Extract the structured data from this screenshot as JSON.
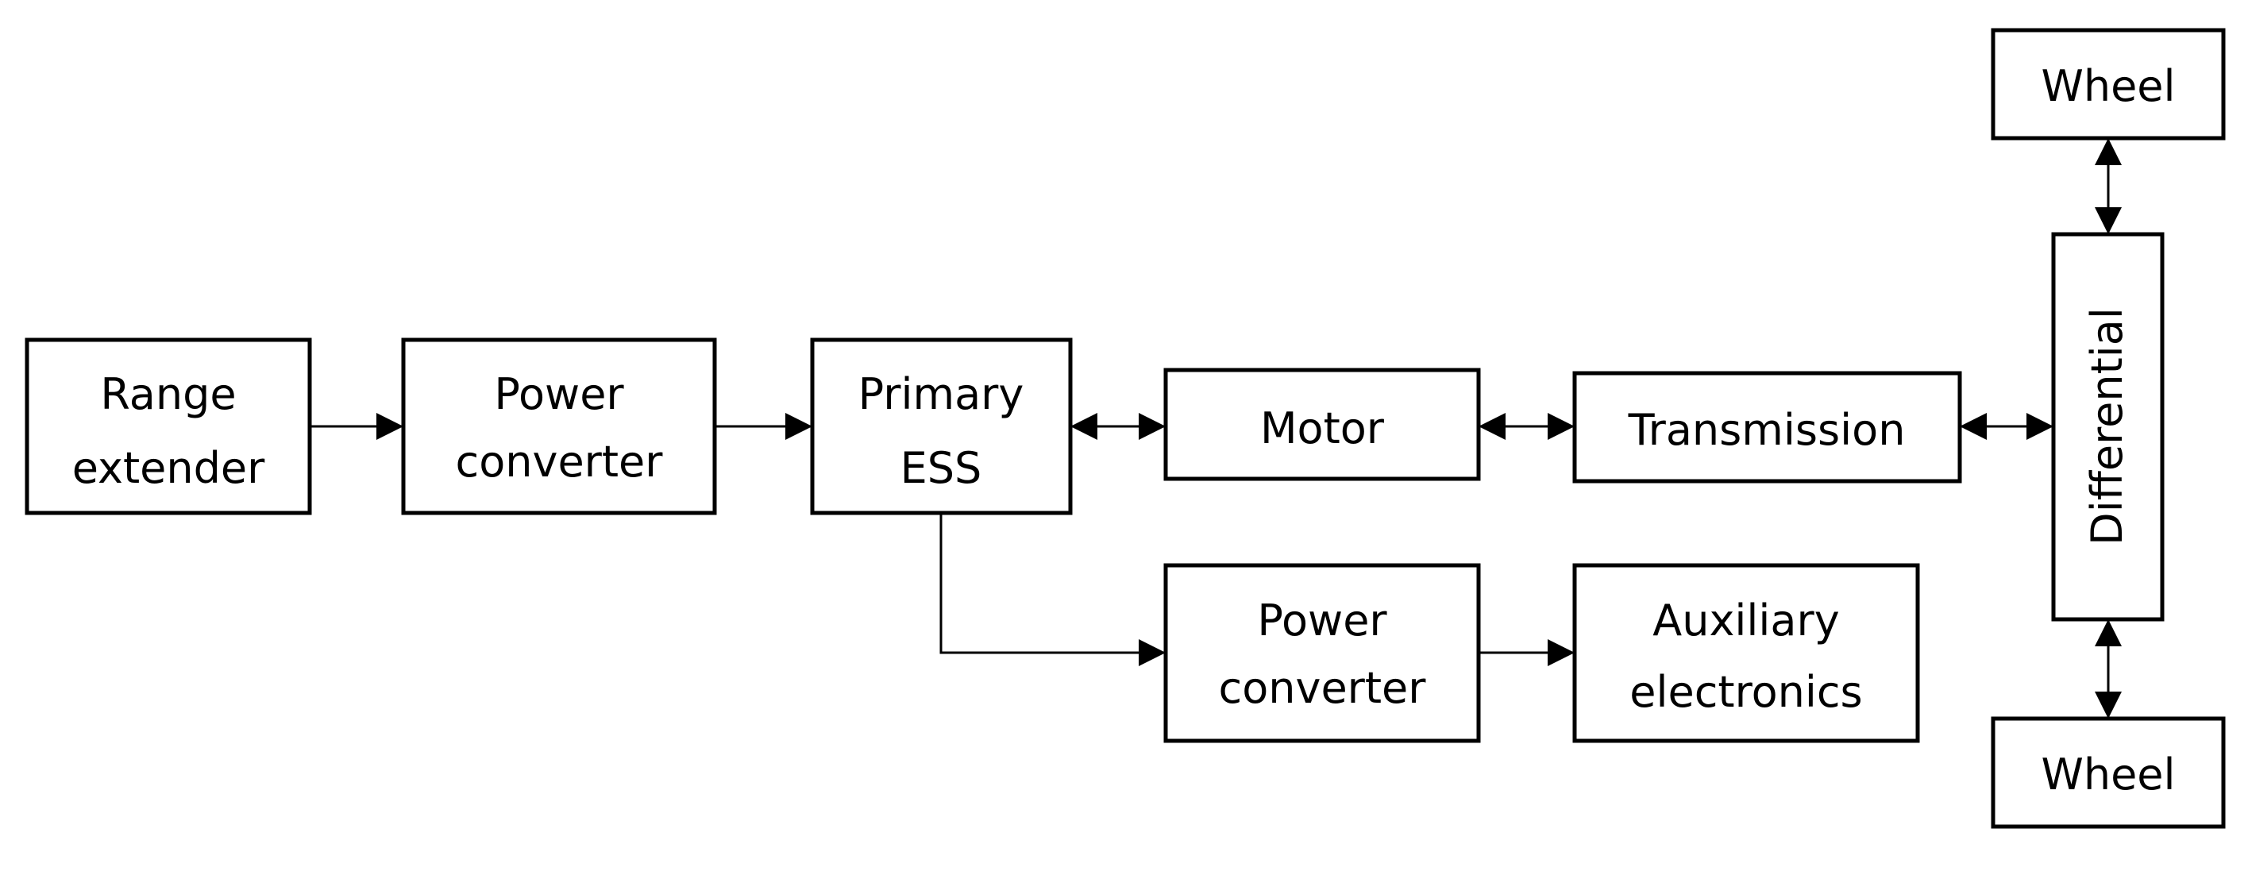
{
  "diagram": {
    "range_extender": {
      "line1": "Range",
      "line2": "extender"
    },
    "power_converter_1": {
      "line1": "Power",
      "line2": "converter"
    },
    "primary_ess": {
      "line1": "Primary",
      "line2": "ESS"
    },
    "motor": {
      "label": "Motor"
    },
    "transmission": {
      "label": "Transmission"
    },
    "differential": {
      "label": "Differential"
    },
    "wheel_top": {
      "label": "Wheel"
    },
    "wheel_bottom": {
      "label": "Wheel"
    },
    "power_converter_2": {
      "line1": "Power",
      "line2": "converter"
    },
    "auxiliary_electronics": {
      "line1": "Auxiliary",
      "line2": "electronics"
    }
  }
}
